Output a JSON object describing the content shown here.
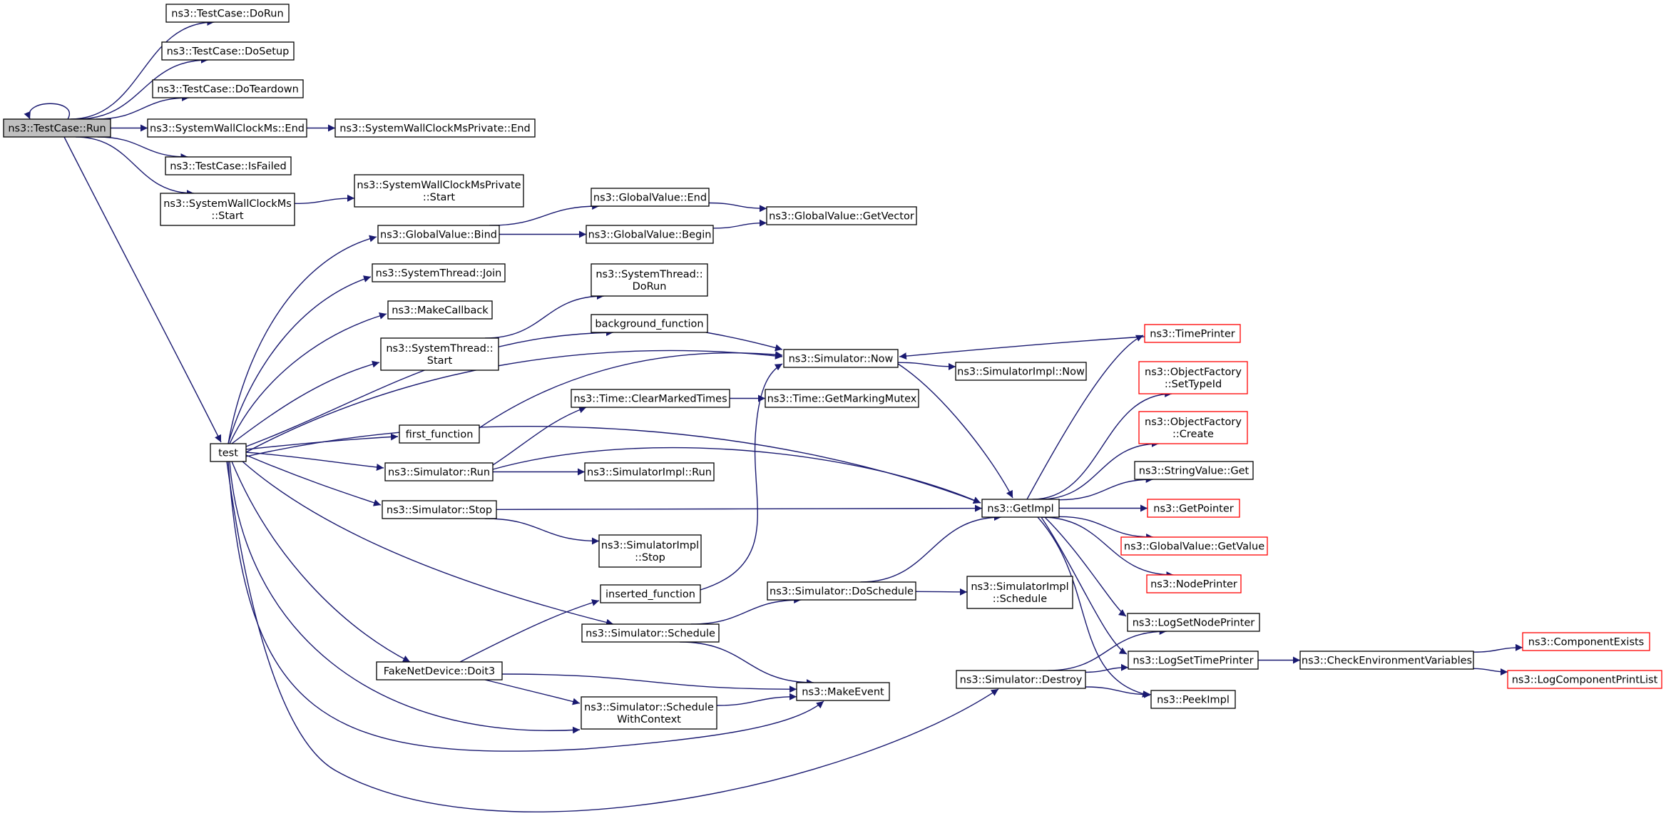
{
  "diagram": {
    "type": "call-graph",
    "nodes": [
      {
        "id": "run",
        "lines": [
          "ns3::TestCase::Run"
        ],
        "style": "root"
      },
      {
        "id": "dorun",
        "lines": [
          "ns3::TestCase::DoRun"
        ],
        "style": "normal"
      },
      {
        "id": "dosetup",
        "lines": [
          "ns3::TestCase::DoSetup"
        ],
        "style": "normal"
      },
      {
        "id": "doteardown",
        "lines": [
          "ns3::TestCase::DoTeardown"
        ],
        "style": "normal"
      },
      {
        "id": "swcend",
        "lines": [
          "ns3::SystemWallClockMs::End"
        ],
        "style": "normal"
      },
      {
        "id": "swcpend",
        "lines": [
          "ns3::SystemWallClockMsPrivate::End"
        ],
        "style": "normal"
      },
      {
        "id": "isfailed",
        "lines": [
          "ns3::TestCase::IsFailed"
        ],
        "style": "normal"
      },
      {
        "id": "swcstart",
        "lines": [
          "ns3::SystemWallClockMs",
          "::Start"
        ],
        "style": "normal"
      },
      {
        "id": "swcpstart",
        "lines": [
          "ns3::SystemWallClockMsPrivate",
          "::Start"
        ],
        "style": "normal"
      },
      {
        "id": "test",
        "lines": [
          "test"
        ],
        "style": "normal"
      },
      {
        "id": "gvbind",
        "lines": [
          "ns3::GlobalValue::Bind"
        ],
        "style": "normal"
      },
      {
        "id": "gvend",
        "lines": [
          "ns3::GlobalValue::End"
        ],
        "style": "normal"
      },
      {
        "id": "gvbegin",
        "lines": [
          "ns3::GlobalValue::Begin"
        ],
        "style": "normal"
      },
      {
        "id": "gvgetvector",
        "lines": [
          "ns3::GlobalValue::GetVector"
        ],
        "style": "normal"
      },
      {
        "id": "stjoin",
        "lines": [
          "ns3::SystemThread::Join"
        ],
        "style": "normal"
      },
      {
        "id": "makecallback",
        "lines": [
          "ns3::MakeCallback"
        ],
        "style": "normal"
      },
      {
        "id": "ststart",
        "lines": [
          "ns3::SystemThread::",
          "Start"
        ],
        "style": "normal"
      },
      {
        "id": "stdorun",
        "lines": [
          "ns3::SystemThread::",
          "DoRun"
        ],
        "style": "normal"
      },
      {
        "id": "bgfunc",
        "lines": [
          "background_function"
        ],
        "style": "normal"
      },
      {
        "id": "simnow",
        "lines": [
          "ns3::Simulator::Now"
        ],
        "style": "normal"
      },
      {
        "id": "simimplnow",
        "lines": [
          "ns3::SimulatorImpl::Now"
        ],
        "style": "normal"
      },
      {
        "id": "clearmarked",
        "lines": [
          "ns3::Time::ClearMarkedTimes"
        ],
        "style": "normal"
      },
      {
        "id": "getmarkingmutex",
        "lines": [
          "ns3::Time::GetMarkingMutex"
        ],
        "style": "normal"
      },
      {
        "id": "firstfunc",
        "lines": [
          "first_function"
        ],
        "style": "normal"
      },
      {
        "id": "simrun",
        "lines": [
          "ns3::Simulator::Run"
        ],
        "style": "normal"
      },
      {
        "id": "simimplrun",
        "lines": [
          "ns3::SimulatorImpl::Run"
        ],
        "style": "normal"
      },
      {
        "id": "simstop",
        "lines": [
          "ns3::Simulator::Stop"
        ],
        "style": "normal"
      },
      {
        "id": "simimplstop",
        "lines": [
          "ns3::SimulatorImpl",
          "::Stop"
        ],
        "style": "normal"
      },
      {
        "id": "getimpl",
        "lines": [
          "ns3::GetImpl"
        ],
        "style": "normal"
      },
      {
        "id": "insertedfunc",
        "lines": [
          "inserted_function"
        ],
        "style": "normal"
      },
      {
        "id": "simdoschedule",
        "lines": [
          "ns3::Simulator::DoSchedule"
        ],
        "style": "normal"
      },
      {
        "id": "simimplschedule",
        "lines": [
          "ns3::SimulatorImpl",
          "::Schedule"
        ],
        "style": "normal"
      },
      {
        "id": "simschedule",
        "lines": [
          "ns3::Simulator::Schedule"
        ],
        "style": "normal"
      },
      {
        "id": "fakedoit3",
        "lines": [
          "FakeNetDevice::Doit3"
        ],
        "style": "normal"
      },
      {
        "id": "simschedctx",
        "lines": [
          "ns3::Simulator::Schedule",
          "WithContext"
        ],
        "style": "normal"
      },
      {
        "id": "makeevent",
        "lines": [
          "ns3::MakeEvent"
        ],
        "style": "normal"
      },
      {
        "id": "simdestroy",
        "lines": [
          "ns3::Simulator::Destroy"
        ],
        "style": "normal"
      },
      {
        "id": "timeprinter",
        "lines": [
          "ns3::TimePrinter"
        ],
        "style": "red"
      },
      {
        "id": "ofsettypeid",
        "lines": [
          "ns3::ObjectFactory",
          "::SetTypeId"
        ],
        "style": "red"
      },
      {
        "id": "ofcreate",
        "lines": [
          "ns3::ObjectFactory",
          "::Create"
        ],
        "style": "red"
      },
      {
        "id": "stringvalueget",
        "lines": [
          "ns3::StringValue::Get"
        ],
        "style": "normal"
      },
      {
        "id": "getpointer",
        "lines": [
          "ns3::GetPointer"
        ],
        "style": "red"
      },
      {
        "id": "gvgetvalue",
        "lines": [
          "ns3::GlobalValue::GetValue"
        ],
        "style": "red"
      },
      {
        "id": "nodeprinter",
        "lines": [
          "ns3::NodePrinter"
        ],
        "style": "red"
      },
      {
        "id": "logsetnodeprinter",
        "lines": [
          "ns3::LogSetNodePrinter"
        ],
        "style": "normal"
      },
      {
        "id": "logsettimeprinter",
        "lines": [
          "ns3::LogSetTimePrinter"
        ],
        "style": "normal"
      },
      {
        "id": "peekimpl",
        "lines": [
          "ns3::PeekImpl"
        ],
        "style": "normal"
      },
      {
        "id": "checkenv",
        "lines": [
          "ns3::CheckEnvironmentVariables"
        ],
        "style": "normal"
      },
      {
        "id": "compexists",
        "lines": [
          "ns3::ComponentExists"
        ],
        "style": "red"
      },
      {
        "id": "logcompprintlist",
        "lines": [
          "ns3::LogComponentPrintList"
        ],
        "style": "red"
      }
    ],
    "edges": [
      [
        "run",
        "run"
      ],
      [
        "run",
        "dorun"
      ],
      [
        "run",
        "dosetup"
      ],
      [
        "run",
        "doteardown"
      ],
      [
        "run",
        "swcend"
      ],
      [
        "run",
        "isfailed"
      ],
      [
        "run",
        "swcstart"
      ],
      [
        "run",
        "test"
      ],
      [
        "swcend",
        "swcpend"
      ],
      [
        "swcstart",
        "swcpstart"
      ],
      [
        "test",
        "gvbind"
      ],
      [
        "test",
        "stjoin"
      ],
      [
        "test",
        "makecallback"
      ],
      [
        "test",
        "ststart"
      ],
      [
        "test",
        "bgfunc"
      ],
      [
        "test",
        "simnow"
      ],
      [
        "test",
        "firstfunc"
      ],
      [
        "test",
        "simrun"
      ],
      [
        "test",
        "getimpl"
      ],
      [
        "test",
        "simstop"
      ],
      [
        "test",
        "simschedule"
      ],
      [
        "test",
        "fakedoit3"
      ],
      [
        "test",
        "simschedctx"
      ],
      [
        "test",
        "makeevent"
      ],
      [
        "test",
        "simdestroy"
      ],
      [
        "gvbind",
        "gvend"
      ],
      [
        "gvbind",
        "gvbegin"
      ],
      [
        "gvend",
        "gvgetvector"
      ],
      [
        "gvbegin",
        "gvgetvector"
      ],
      [
        "ststart",
        "stdorun"
      ],
      [
        "bgfunc",
        "simnow"
      ],
      [
        "firstfunc",
        "simnow"
      ],
      [
        "insertedfunc",
        "simnow"
      ],
      [
        "simnow",
        "simimplnow"
      ],
      [
        "simnow",
        "getimpl"
      ],
      [
        "simrun",
        "clearmarked"
      ],
      [
        "simrun",
        "simimplrun"
      ],
      [
        "simrun",
        "getimpl"
      ],
      [
        "clearmarked",
        "getmarkingmutex"
      ],
      [
        "simstop",
        "getimpl"
      ],
      [
        "simstop",
        "simimplstop"
      ],
      [
        "simschedule",
        "simdoschedule"
      ],
      [
        "simschedule",
        "makeevent"
      ],
      [
        "simdoschedule",
        "getimpl"
      ],
      [
        "simdoschedule",
        "simimplschedule"
      ],
      [
        "fakedoit3",
        "insertedfunc"
      ],
      [
        "fakedoit3",
        "makeevent"
      ],
      [
        "fakedoit3",
        "simschedctx"
      ],
      [
        "simschedctx",
        "makeevent"
      ],
      [
        "getimpl",
        "timeprinter"
      ],
      [
        "getimpl",
        "ofsettypeid"
      ],
      [
        "getimpl",
        "ofcreate"
      ],
      [
        "getimpl",
        "stringvalueget"
      ],
      [
        "getimpl",
        "getpointer"
      ],
      [
        "getimpl",
        "gvgetvalue"
      ],
      [
        "getimpl",
        "nodeprinter"
      ],
      [
        "getimpl",
        "logsetnodeprinter"
      ],
      [
        "getimpl",
        "logsettimeprinter"
      ],
      [
        "getimpl",
        "peekimpl"
      ],
      [
        "timeprinter",
        "simnow"
      ],
      [
        "simdestroy",
        "logsetnodeprinter"
      ],
      [
        "simdestroy",
        "logsettimeprinter"
      ],
      [
        "simdestroy",
        "peekimpl"
      ],
      [
        "logsettimeprinter",
        "checkenv"
      ],
      [
        "checkenv",
        "compexists"
      ],
      [
        "checkenv",
        "logcompprintlist"
      ]
    ]
  }
}
